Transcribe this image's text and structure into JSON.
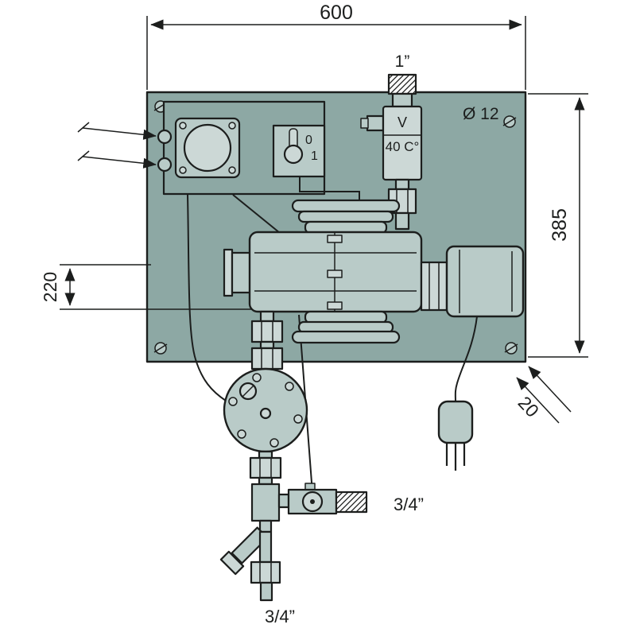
{
  "colors": {
    "plate": "#8da8a4",
    "component": "#b9cbc8",
    "component_light": "#ccd8d6",
    "line": "#1c1e1d",
    "background": "#ffffff"
  },
  "dimensions": {
    "plate_width": "600",
    "plate_height": "385",
    "hole_diameter": "Ø 12",
    "pump_axis_offset": "220",
    "plate_thickness": "20"
  },
  "connections": {
    "top_inlet": "1”",
    "side_outlet": "3/4”",
    "bottom_outlet": "3/4”"
  },
  "valve": {
    "label": "V",
    "temperature": "40 C°"
  },
  "switch": {
    "off": "0",
    "on": "1"
  }
}
